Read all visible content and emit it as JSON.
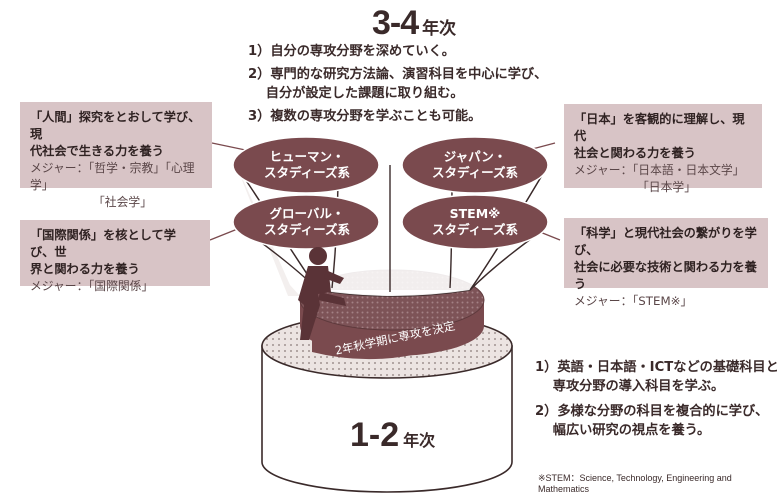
{
  "upper": {
    "title_big": "3-4",
    "title_small": "年次",
    "items": [
      "1）自分の専攻分野を深めていく。",
      "2）専門的な研究方法論、演習科目を中心に学び、\n　 自分が設定した課題に取り組む。",
      "3）複数の専攻分野を学ぶことも可能。"
    ]
  },
  "clusters": [
    {
      "line1": "ヒューマン・",
      "line2": "スタディーズ系"
    },
    {
      "line1": "ジャパン・",
      "line2": "スタディーズ系"
    },
    {
      "line1": "グローバル・",
      "line2": "スタディーズ系"
    },
    {
      "line1": "STEM※",
      "line2": "スタディーズ系"
    }
  ],
  "boxes": [
    {
      "t1a": "「人間」探究をとおして学び、現",
      "t1b": "代社会で生きる力を養う",
      "t2": "メジャー：「哲学・宗教」「心理学」",
      "t3": "「社会学」"
    },
    {
      "t1a": "「日本」を客観的に理解し、現代",
      "t1b": "社会と関わる力を養う",
      "t2": "メジャー：「日本語・日本文学」",
      "t3": "「日本学」"
    },
    {
      "t1a": "「国際関係」を核として学び、世",
      "t1b": "界と関わる力を養う",
      "t2": "メジャー：「国際関係」",
      "t3": ""
    },
    {
      "t1a": "「科学」と現代社会の繋がりを学び、",
      "t1b": "社会に必要な技術と関わる力を養う",
      "t2": "メジャー：「STEM※」",
      "t3": ""
    }
  ],
  "step_label": "2年秋学期に専攻を決定",
  "lower": {
    "title_big": "1-2",
    "title_small": "年次",
    "items": [
      "1）英語・日本語・ICTなどの基礎科目と\n　 専攻分野の導入科目を学ぶ。",
      "2）多様な分野の科目を複合的に学び、\n　 幅広い研究の視点を養う。"
    ]
  },
  "footnote": "※STEM：Science, Technology, Engineering and Mathematics",
  "colors": {
    "maroon": "#7a4a4e",
    "box": "#d8c4c6",
    "drum": "#ede5e3"
  }
}
